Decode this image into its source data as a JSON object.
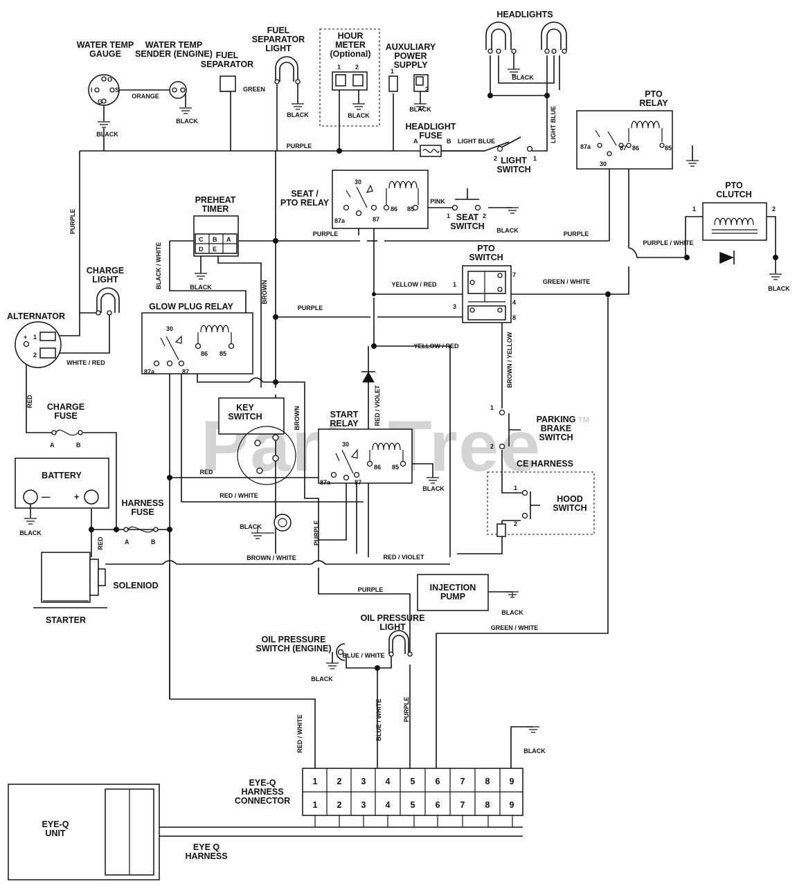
{
  "watermark": "PartsTree",
  "trademark": "TM",
  "components": {
    "water_temp_gauge": "WATER TEMP GAUGE",
    "water_temp_sender": "WATER TEMP SENDER (ENGINE)",
    "fuel_separator": "FUEL SEPARATOR",
    "fuel_separator_light": "FUEL SEPARATOR LIGHT",
    "hour_meter": "HOUR METER",
    "hour_meter_optional": "(Optional)",
    "auxiliary_power_supply": "AUXULIARY POWER SUPPLY",
    "headlights": "HEADLIGHTS",
    "headlight_fuse": "HEADLIGHT FUSE",
    "light_switch": "LIGHT SWITCH",
    "pto_relay": "PTO RELAY",
    "pto_clutch": "PTO CLUTCH",
    "seat_pto_relay": "SEAT / PTO RELAY",
    "seat_switch": "SEAT SWITCH",
    "preheat_timer": "PREHEAT TIMER",
    "pto_switch": "PTO SWITCH",
    "charge_light": "CHARGE LIGHT",
    "alternator": "ALTERNATOR",
    "glow_plug_relay": "GLOW PLUG RELAY",
    "key_switch": "KEY SWITCH",
    "start_relay": "START RELAY",
    "parking_brake_switch": "PARKING BRAKE SWITCH",
    "ce_harness": "CE HARNESS",
    "hood_switch": "HOOD SWITCH",
    "charge_fuse": "CHARGE FUSE",
    "battery": "BATTERY",
    "harness_fuse": "HARNESS FUSE",
    "solenoid": "SOLENIOD",
    "starter": "STARTER",
    "injection_pump": "INJECTION PUMP",
    "oil_pressure_light": "OIL PRESSURE LIGHT",
    "oil_pressure_switch": "OIL PRESSURE SWITCH (ENGINE)",
    "eye_q_connector": "EYE-Q HARNESS CONNECTOR",
    "eye_q_unit": "EYE-Q UNIT",
    "eye_q_harness": "EYE Q HARNESS"
  },
  "wire_colors": {
    "purple": "PURPLE",
    "green": "GREEN",
    "orange": "ORANGE",
    "black": "BLACK",
    "light_blue": "LIGHT BLUE",
    "pink": "PINK",
    "yellow_red": "YELLOW / RED",
    "green_white": "GREEN / WHITE",
    "purple_white": "PURPLE / WHITE",
    "white_red": "WHITE / RED",
    "red": "RED",
    "red_white": "RED / WHITE",
    "brown": "BROWN",
    "brown_white": "BROWN / WHITE",
    "brown_yellow": "BROWN / YELLOW",
    "black_white": "BLACK / WHITE",
    "red_violet": "RED / VIOLET",
    "blue_white": "BLUE / WHITE"
  },
  "terminals": {
    "relay_87a": "87a",
    "relay_30": "30",
    "relay_87": "87",
    "relay_86": "86",
    "relay_85": "85",
    "fuse_a": "A",
    "fuse_b": "B",
    "timer_c": "C",
    "timer_b": "B",
    "timer_a": "A",
    "timer_d": "D",
    "timer_e": "E",
    "gauge_i": "I",
    "gauge_s": "S",
    "gauge_g": "G",
    "gauge_o": "O",
    "alt_plus": "+",
    "n1": "1",
    "n2": "2",
    "n3": "3",
    "n4": "4",
    "n7": "7",
    "n8": "8",
    "battery_minus": "—",
    "battery_plus": "+"
  },
  "connector_pins": [
    "1",
    "2",
    "3",
    "4",
    "5",
    "6",
    "7",
    "8",
    "9"
  ]
}
